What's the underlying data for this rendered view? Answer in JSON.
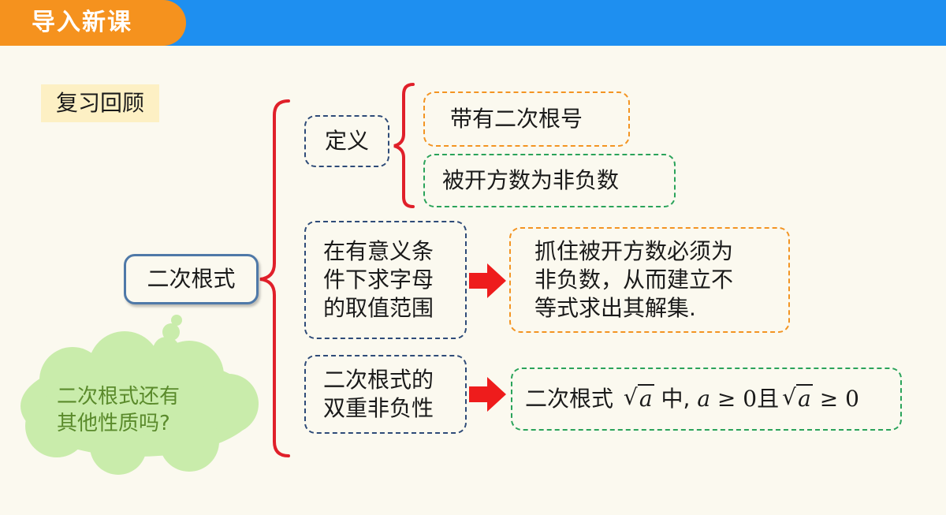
{
  "header": {
    "title": "导入新课"
  },
  "review_label": "复习回顾",
  "diagram": {
    "root": "二次根式",
    "definition": {
      "label": "定义",
      "items": [
        "带有二次根号",
        "被开方数为非负数"
      ]
    },
    "condition": {
      "label": [
        "在有意义条",
        "件下求字母",
        "的取值范围"
      ],
      "result": [
        "抓住被开方数必须为",
        "非负数，从而建立不",
        "等式求出其解集."
      ]
    },
    "nonneg": {
      "label": [
        "二次根式的",
        "双重非负性"
      ],
      "result": {
        "prefix": "二次根式 ",
        "radicand": "a",
        "mid": " 中, ",
        "var": "a",
        "rel1": " ≥ 0",
        "conj": "且",
        "radicand2": "a",
        "rel2": " ≥ 0"
      }
    }
  },
  "cloud": {
    "lines": [
      "二次根式还有",
      "其他性质吗?"
    ]
  },
  "colors": {
    "blue_bar": "#1e8ff0",
    "orange_tab": "#f5921e",
    "brace": "#e0202a",
    "arrow": "#ee1c1c",
    "cloud": "#c9ecab"
  }
}
